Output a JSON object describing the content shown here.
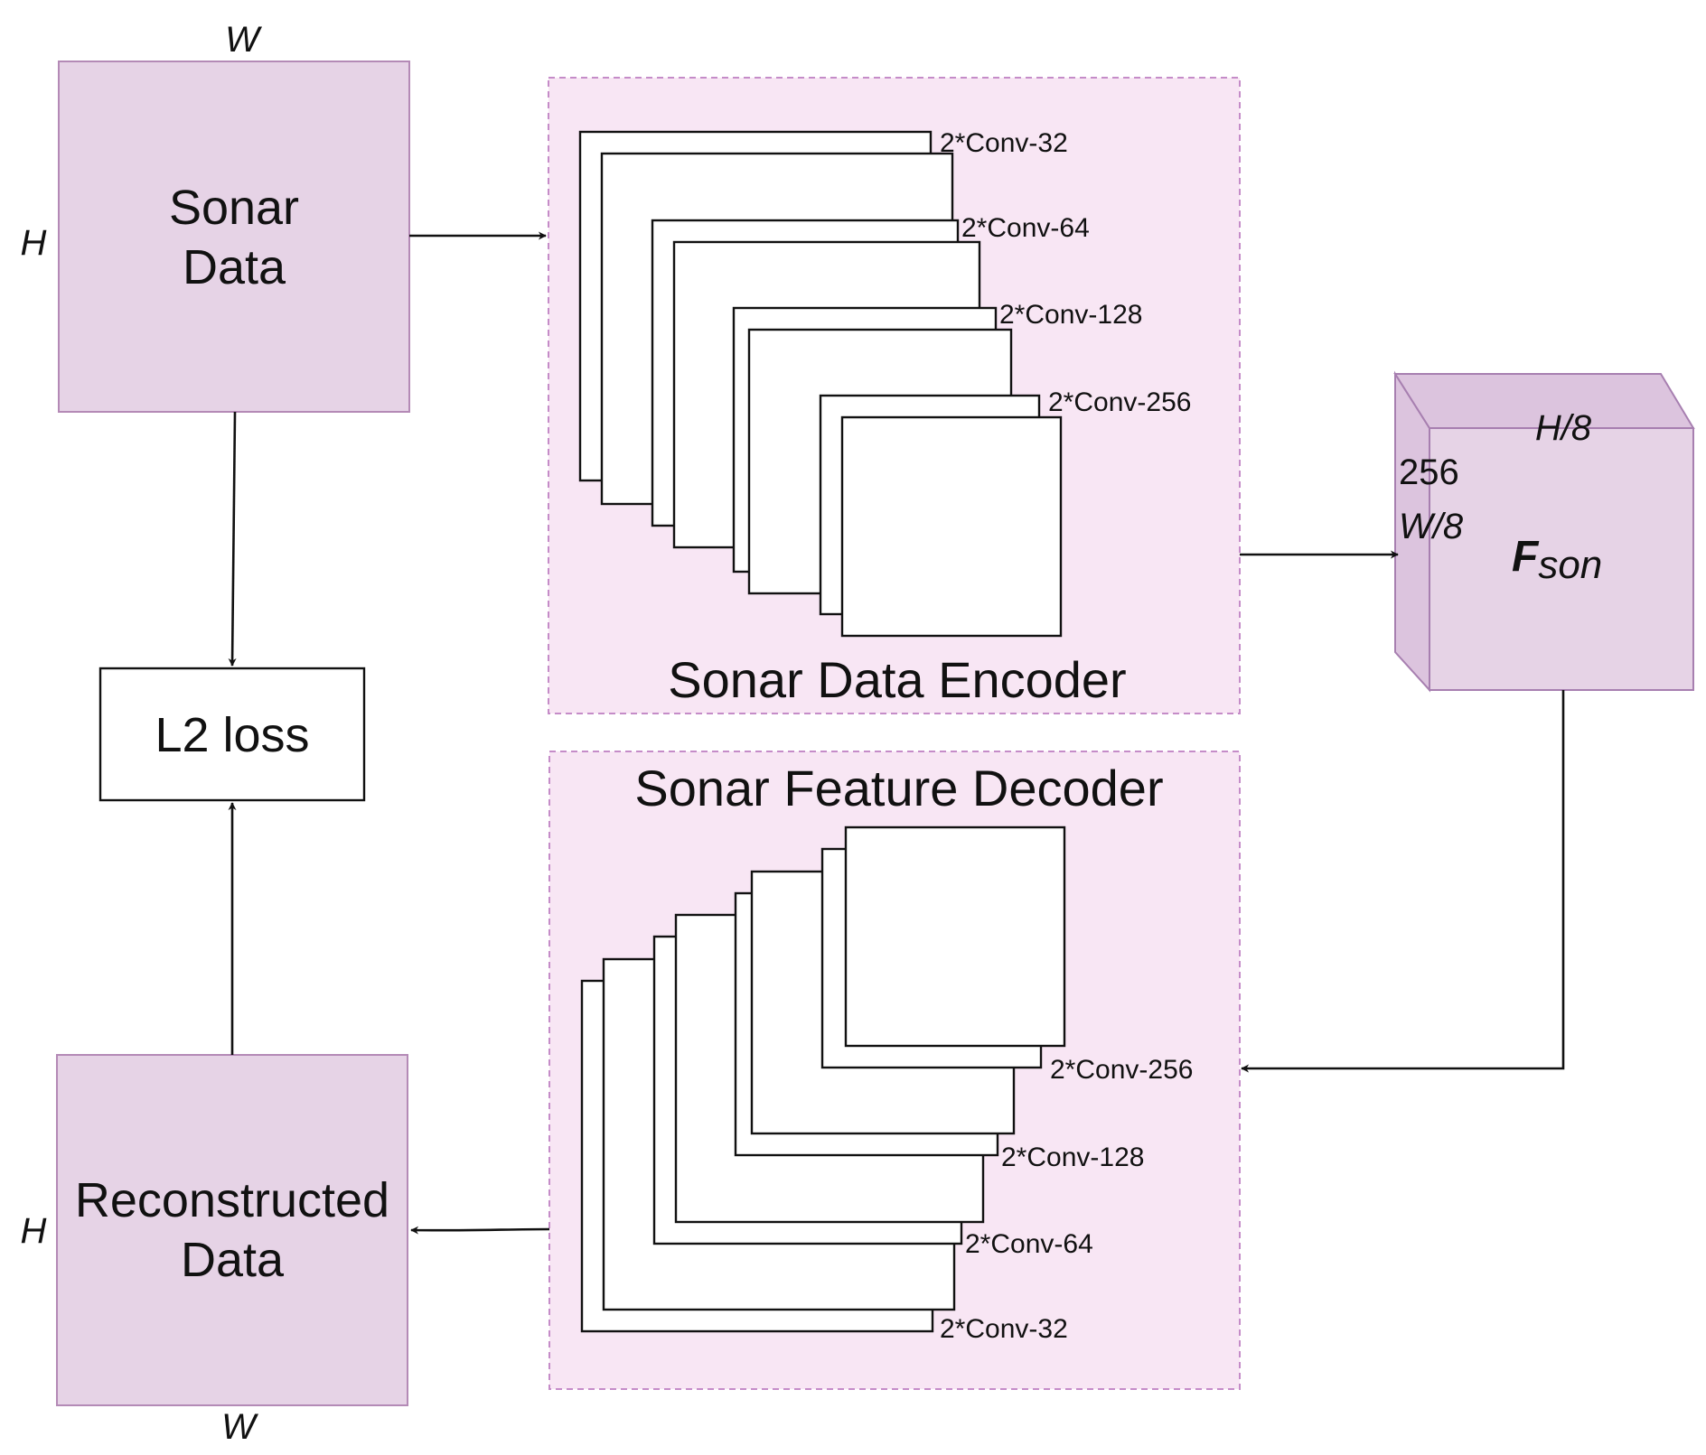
{
  "colors": {
    "data_box_fill": "#e6d3e6",
    "data_box_stroke": "#b48ab6",
    "panel_fill": "#f8e6f4",
    "panel_stroke": "#c58cc8",
    "cube_front": "#e6d3e6",
    "cube_side": "#dcc4de",
    "cube_stroke": "#a77fb0",
    "line": "#111111"
  },
  "input": {
    "line1": "Sonar",
    "line2": "Data",
    "top_dim": "W",
    "left_dim": "H"
  },
  "output": {
    "line1": "Reconstructed",
    "line2": "Data",
    "bottom_dim": "W",
    "left_dim": "H"
  },
  "loss": {
    "label": "L2 loss"
  },
  "encoder": {
    "title": "Sonar Data Encoder",
    "layers": [
      "2*Conv-32",
      "2*Conv-64",
      "2*Conv-128",
      "2*Conv-256"
    ]
  },
  "decoder": {
    "title": "Sonar Feature Decoder",
    "layers": [
      "2*Conv-256",
      "2*Conv-128",
      "2*Conv-64",
      "2*Conv-32"
    ]
  },
  "feature": {
    "depth": "256",
    "height": "H/8",
    "width": "W/8",
    "symbol": "F",
    "subscript": "son"
  }
}
